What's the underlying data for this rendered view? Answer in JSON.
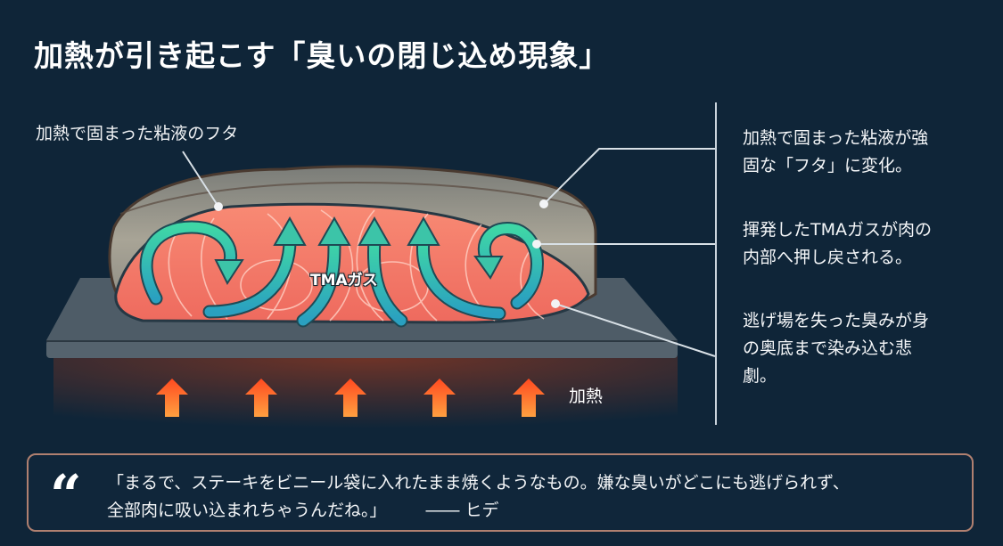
{
  "title": "加熱が引き起こす「臭いの閉じ込め現象」",
  "diagram": {
    "lid_label": "加熱で固まった粘液のフタ",
    "gas_label": "TMAガス",
    "heat_label": "加熱",
    "heat_arrow_count": 5,
    "colors": {
      "background": "#0f2538",
      "salmon": "#f07a68",
      "crust": "#9c988c",
      "gas_arrow": "#3cc4a8",
      "heat_arrow": "#ff7a30",
      "plate": "#4a5a66"
    }
  },
  "notes": [
    {
      "line1": "加熱で固まった粘液が強",
      "line2": "固な「フタ」に変化。"
    },
    {
      "line1": "揮発したTMAガスが肉の",
      "line2": "内部へ押し戻される。"
    },
    {
      "line1": "逃げ場を失った臭みが身",
      "line2": "の奥底まで染み込む悲",
      "line3": "劇。"
    }
  ],
  "quote": {
    "mark": "“",
    "line1": "「まるで、ステーキをビニール袋に入れたまま焼くようなもの。嫌な臭いがどこにも逃げられず、",
    "line2": "全部肉に吸い込まれちゃうんだね。」",
    "author": "―― ヒデ"
  }
}
